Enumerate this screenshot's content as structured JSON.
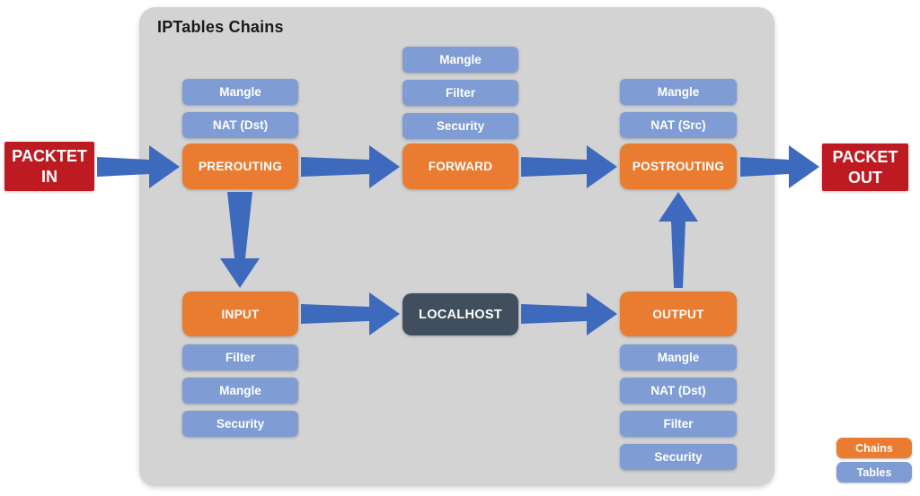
{
  "title": "IPTables Chains",
  "endpoints": {
    "packet_in": "PACKTET IN",
    "packet_out": "PACKET OUT"
  },
  "chains": {
    "prerouting": "PREROUTING",
    "forward": "FORWARD",
    "postrouting": "POSTROUTING",
    "input": "INPUT",
    "output": "OUTPUT"
  },
  "localhost_label": "LOCALHOST",
  "tables": {
    "prerouting": [
      "Mangle",
      "NAT (Dst)"
    ],
    "forward": [
      "Mangle",
      "Filter",
      "Security"
    ],
    "postrouting": [
      "Mangle",
      "NAT (Src)"
    ],
    "input": [
      "Filter",
      "Mangle",
      "Security"
    ],
    "output": [
      "Mangle",
      "NAT (Dst)",
      "Filter",
      "Security"
    ]
  },
  "legend": {
    "chains_label": "Chains",
    "tables_label": "Tables"
  },
  "colors": {
    "chain": "#E97C30",
    "table": "#7F9DD4",
    "endpoint": "#BE1A22",
    "localhost": "#404E5E",
    "arrow": "#3E6ABD",
    "panel": "#D3D3D3",
    "title_text": "#1A1A1A"
  }
}
